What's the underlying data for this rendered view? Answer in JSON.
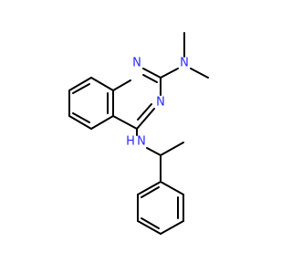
{
  "structure": {
    "colors": {
      "bond": "#000000",
      "nitrogen": "#2a2aff",
      "background": "#ffffff"
    },
    "atoms": [
      {
        "id": "n1",
        "symbol": "N",
        "name": "ring-nitrogen-1"
      },
      {
        "id": "n3",
        "symbol": "N",
        "name": "ring-nitrogen-3"
      },
      {
        "id": "nme2",
        "symbol": "N",
        "name": "dimethylamino-nitrogen"
      },
      {
        "id": "nh",
        "symbol": "N",
        "name": "amine-nitrogen"
      },
      {
        "id": "h",
        "symbol": "H",
        "name": "amine-hydrogen"
      }
    ]
  }
}
